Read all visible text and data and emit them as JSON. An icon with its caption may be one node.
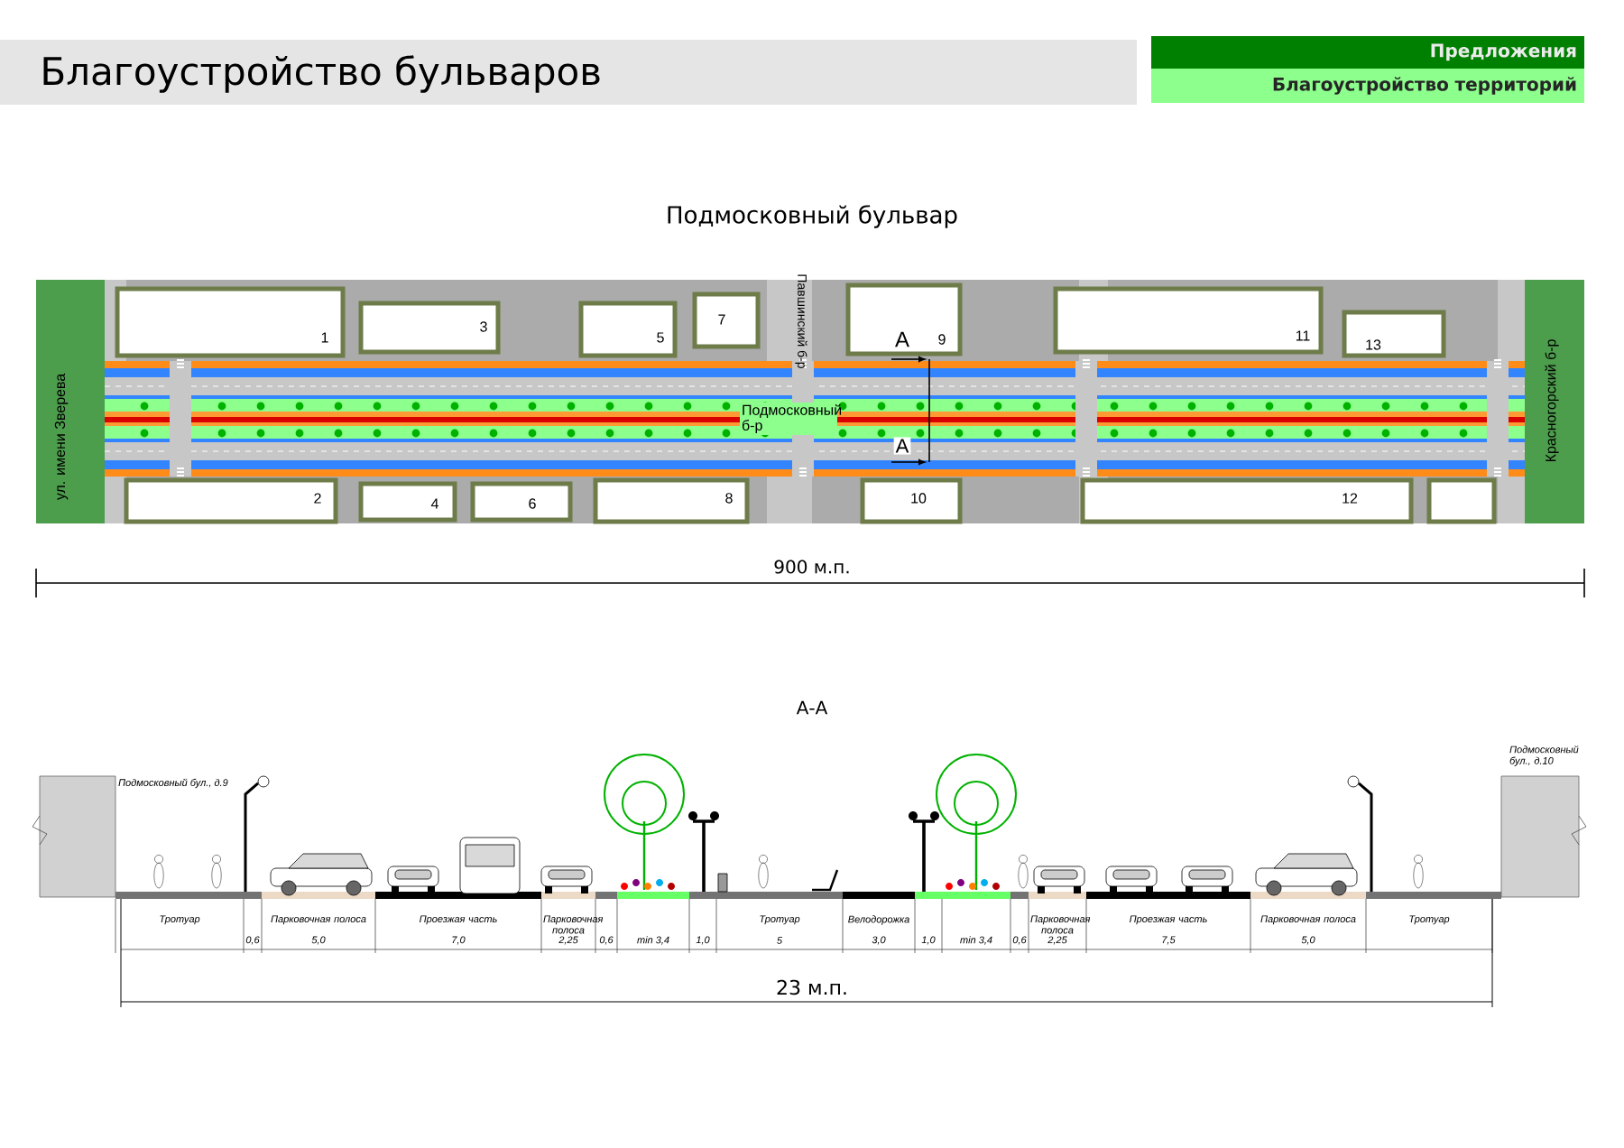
{
  "diagram": {
    "title": "Благоустройство бульваров",
    "nodes": [
      {
        "text": [
          "Предложения"
        ]
      },
      {
        "text": [
          "Благоустройство территорий"
        ]
      }
    ],
    "labels": [
      "Подмосковный бульвар",
      "1",
      "3",
      "5",
      "7",
      "Павшинский б-р",
      "А",
      "9",
      "11",
      "13",
      "ул. имени Зверева",
      "Подмосковный б-р",
      "Красногорский б-р",
      "А",
      "2",
      "4",
      "6",
      "8",
      "10",
      "12",
      "900 м.п.",
      "А-А",
      "Подмосковный бул., д.9",
      "Подмосковный бул., д.10",
      "Тротуар",
      "Парковочная полоса",
      "Проезжая часть",
      "Парковочная полоса",
      "Тротуар",
      "Велодорожка",
      "Парковочная полоса",
      "Проезжая часть",
      "Парковочная полоса",
      "Тротуар",
      "0,6",
      "5,0",
      "7,0",
      "2,25",
      "0,6",
      "min 3,4",
      "1,0",
      "5",
      "3,0",
      "1,0",
      "min 3,4",
      "0,6",
      "2,25",
      "7,5",
      "5,0",
      "23 м.п."
    ]
  }
}
